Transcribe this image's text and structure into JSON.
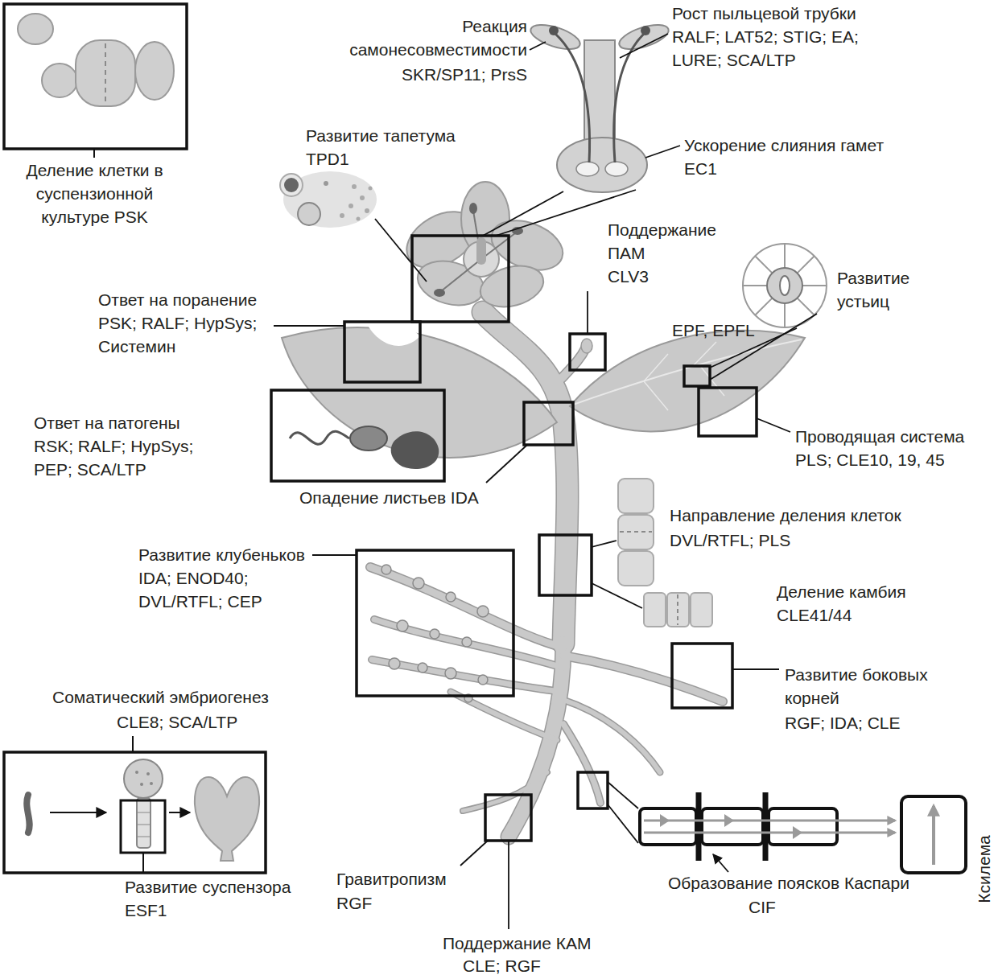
{
  "diagram": {
    "labels": [
      "Деление клетки в суспензионной культуре PSK",
      "Реакция самонесовместимости",
      "SKR/SP11; PrsS",
      "Рост пыльцевой трубки",
      "RALF; LAT52; STIG; EA; LURE; SCA/LTP",
      "Развитие тапетума",
      "TPD1",
      "Ускорение слияния гамет",
      "EC1",
      "Поддержание ПАМ",
      "CLV3",
      "Ответ на поранение",
      "PSK; RALF; HypSys; Системин",
      "Развитие устьиц",
      "EPF, EPFL",
      "Ответ на патогены",
      "RSK; RALF; HypSys; PEP; SCA/LTP",
      "Проводящая система",
      "PLS; CLE10, 19, 45",
      "Опадение листьев IDA",
      "Направление деления клеток",
      "DVL/RTFL; PLS",
      "Развитие клубеньков",
      "IDA; ENOD40; DVL/RTFL; CEP",
      "Деление камбия",
      "CLE41/44",
      "Соматический эмбриогенез",
      "CLE8; SCA/LTP",
      "Развитие боковых корней",
      "RGF; IDA; CLE",
      "Развитие суспензора",
      "ESF1",
      "Гравитропизм",
      "RGF",
      "Ксилема",
      "Образование поясков Каспари",
      "CIF",
      "Поддержание КАМ",
      "CLE; RGF"
    ]
  }
}
